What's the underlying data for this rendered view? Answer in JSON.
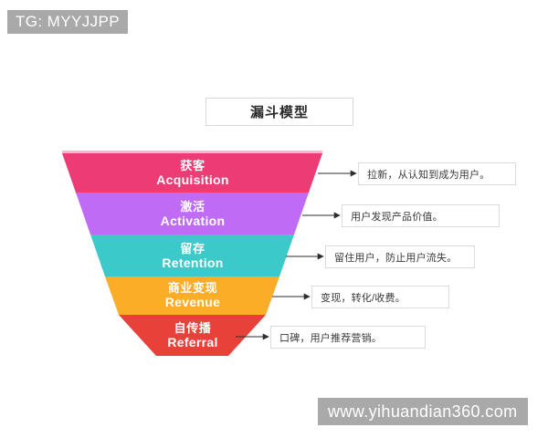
{
  "watermarks": {
    "top": "TG: MYYJJPP",
    "bottom": "www.yihuandian360.com"
  },
  "title": "漏斗模型",
  "chart_data": {
    "type": "funnel",
    "title": "漏斗模型",
    "orientation": "vertical-inverted",
    "stages": [
      {
        "name_cn": "获客",
        "name_en": "Acquisition",
        "color": "#ec3b75",
        "note": "拉新，从认知到成为用户。"
      },
      {
        "name_cn": "激活",
        "name_en": "Activation",
        "color": "#c06bf5",
        "note": "用户发现产品价值。"
      },
      {
        "name_cn": "留存",
        "name_en": "Retention",
        "color": "#3bc9c9",
        "note": "留住用户，防止用户流失。"
      },
      {
        "name_cn": "商业变现",
        "name_en": "Revenue",
        "color": "#fbad28",
        "note": "变现，转化/收费。"
      },
      {
        "name_cn": "自传播",
        "name_en": "Referral",
        "color": "#e8413a",
        "note": "口碑，用户推荐营销。"
      }
    ]
  }
}
